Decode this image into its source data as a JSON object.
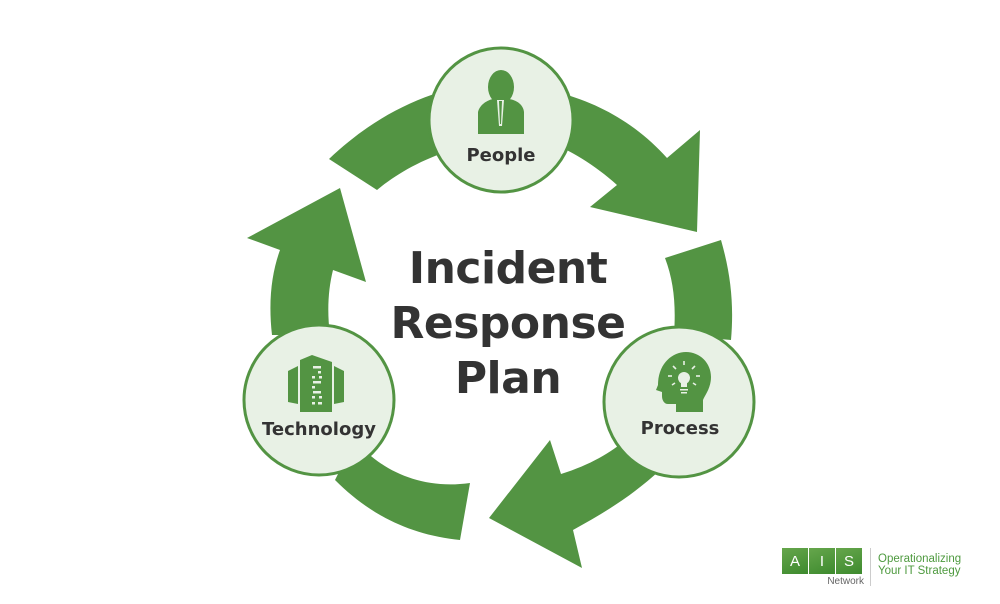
{
  "title": {
    "line1": "Incident",
    "line2": "Response",
    "line3": "Plan"
  },
  "nodes": [
    {
      "label": "People",
      "icon": "person-icon"
    },
    {
      "label": "Process",
      "icon": "head-lightbulb-icon"
    },
    {
      "label": "Technology",
      "icon": "buildings-icon"
    }
  ],
  "colors": {
    "arrow": "#539443",
    "node_fill": "#e8f1e5",
    "node_border": "#539443",
    "title_text": "#333333"
  },
  "logo": {
    "letters": [
      "A",
      "I",
      "S"
    ],
    "network": "Network",
    "tagline_line1": "Operationalizing",
    "tagline_line2": "Your IT Strategy"
  }
}
